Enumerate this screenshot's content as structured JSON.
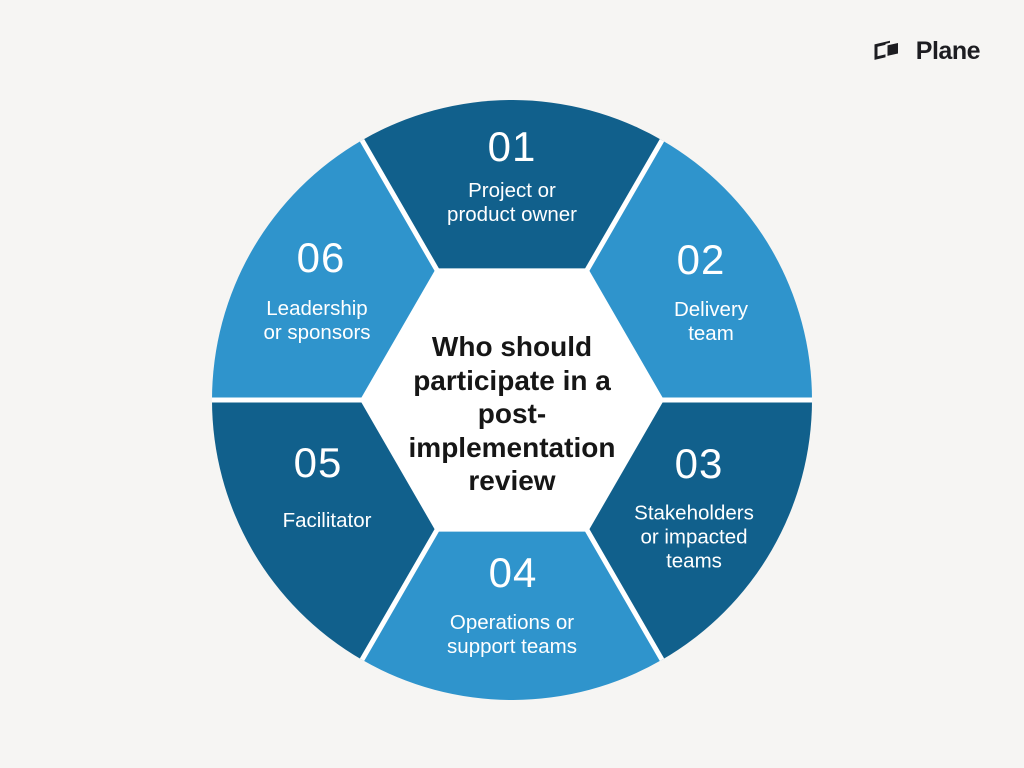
{
  "page": {
    "background": "#f6f5f3"
  },
  "logo": {
    "brand": "Plane",
    "icon": "plane-logo-icon",
    "color": "#1d1d21"
  },
  "diagram": {
    "title": "Who should\nparticipate in a\npost-\nimplementation\nreview",
    "colors": {
      "dark_blue": "#11608c",
      "light_blue": "#2f94cc",
      "hexagon": "#ffffff",
      "divider": "#ffffff",
      "title_text": "#161616",
      "segment_text": "#ffffff"
    },
    "segments": [
      {
        "number": "01",
        "label": "Project or\nproduct owner",
        "tone": "dark"
      },
      {
        "number": "02",
        "label": "Delivery\nteam",
        "tone": "light"
      },
      {
        "number": "03",
        "label": "Stakeholders\nor impacted\nteams",
        "tone": "dark"
      },
      {
        "number": "04",
        "label": "Operations or\nsupport teams",
        "tone": "light"
      },
      {
        "number": "05",
        "label": "Facilitator",
        "tone": "dark"
      },
      {
        "number": "06",
        "label": "Leadership\nor sponsors",
        "tone": "light"
      }
    ]
  }
}
